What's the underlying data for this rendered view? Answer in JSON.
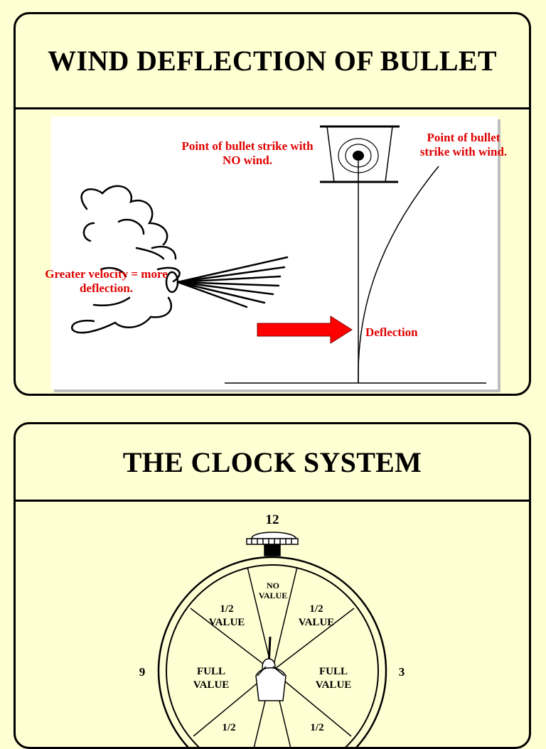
{
  "slide1": {
    "title": "WIND DEFLECTION OF BULLET",
    "labels": {
      "no_wind": "Point of bullet strike with NO wind.",
      "with_wind": "Point of bullet strike with wind.",
      "velocity": "Greater velocity = more deflection.",
      "deflection": "Deflection"
    },
    "colors": {
      "label_red": "#e00000",
      "arrow_red": "#ff0000"
    }
  },
  "slide2": {
    "title": "THE CLOCK SYSTEM",
    "hours": {
      "twelve": "12",
      "nine": "9",
      "three": "3"
    },
    "zones": {
      "no_value": "NO VALUE",
      "half_value_left": "1/2 VALUE",
      "half_value_right": "1/2 VALUE",
      "full_value_left": "FULL VALUE",
      "full_value_right": "FULL VALUE",
      "half_lower_left": "1/2",
      "half_lower_right": "1/2"
    }
  },
  "theme": {
    "background": "#ffffd4",
    "border": "#000000"
  }
}
